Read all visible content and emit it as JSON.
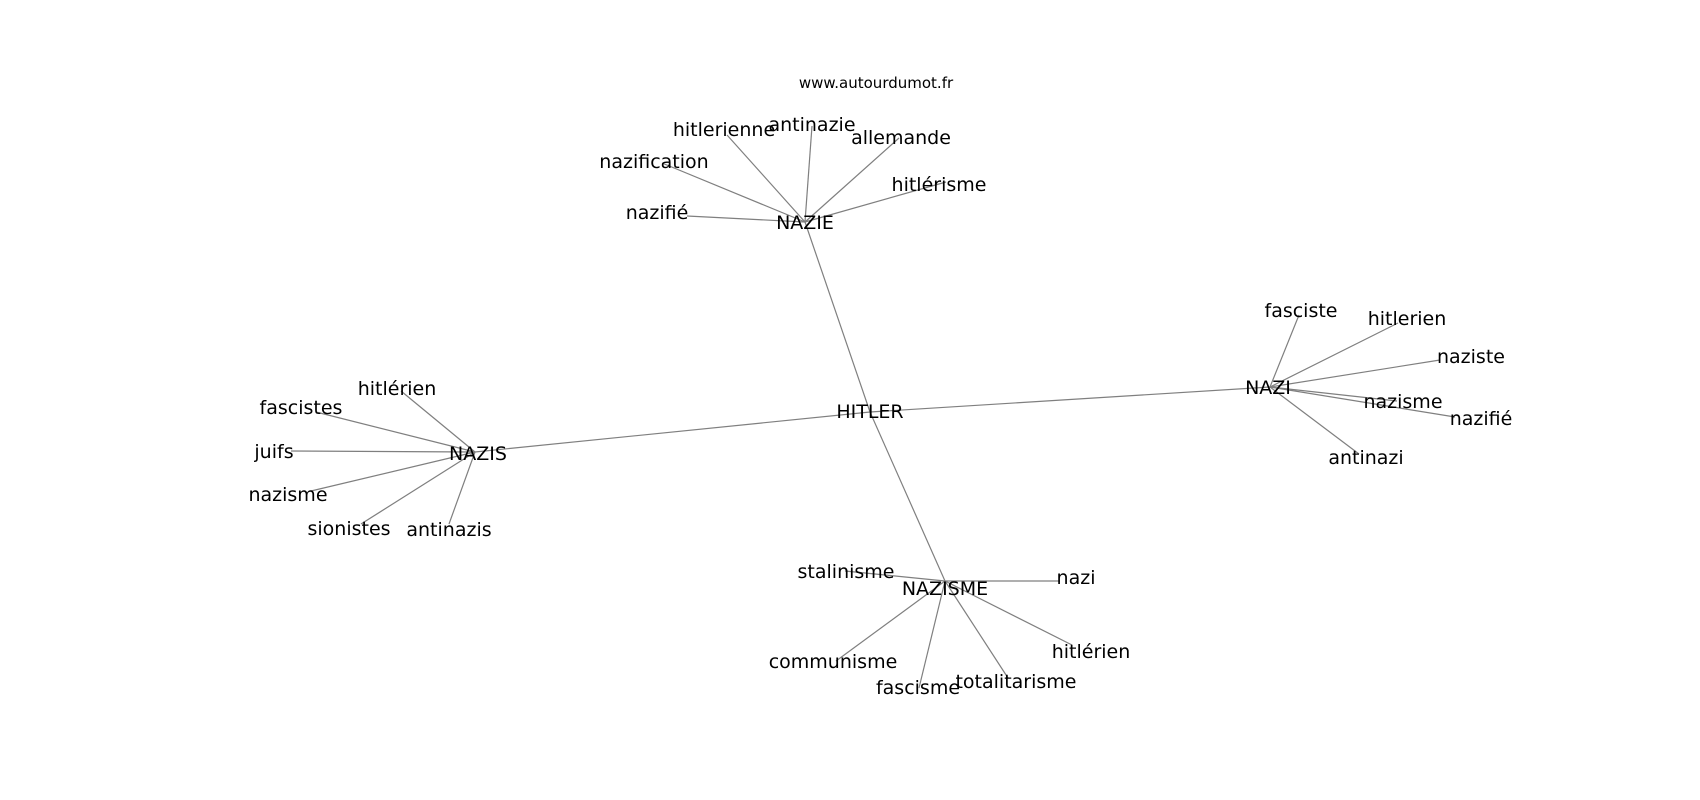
{
  "source": "www.autourdumot.fr",
  "center": "HITLER",
  "clusters": [
    {
      "hub": "NAZIE",
      "words": [
        "nazifié",
        "nazification",
        "hitlerienne",
        "antinazie",
        "allemande",
        "hitlérisme"
      ]
    },
    {
      "hub": "NAZI",
      "words": [
        "fasciste",
        "hitlerien",
        "naziste",
        "nazisme",
        "nazifié",
        "antinazi"
      ]
    },
    {
      "hub": "NAZIS",
      "words": [
        "hitlérien",
        "fascistes",
        "juifs",
        "nazisme",
        "sionistes",
        "antinazis"
      ]
    },
    {
      "hub": "NAZISME",
      "words": [
        "stalinisme",
        "nazi",
        "communisme",
        "fascisme",
        "totalitarisme",
        "hitlérien"
      ]
    }
  ]
}
